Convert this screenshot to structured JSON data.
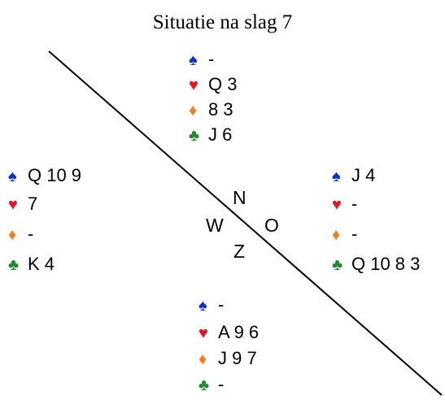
{
  "title": "Situatie na slag 7",
  "suit_colors": {
    "spades": "#0a2fd9",
    "hearts": "#e8141c",
    "diamonds": "#f07f1e",
    "clubs": "#1f8a2a"
  },
  "suit_icons": {
    "spades": "♠",
    "hearts": "♥",
    "diamonds": "♦",
    "clubs": "♣"
  },
  "hands": {
    "north": {
      "spades": "-",
      "hearts": "Q 3",
      "diamonds": "8 3",
      "clubs": "J 6"
    },
    "west": {
      "spades": "Q 10 9",
      "hearts": "7",
      "diamonds": "-",
      "clubs": "K 4"
    },
    "east": {
      "spades": "J 4",
      "hearts": "-",
      "diamonds": "-",
      "clubs": "Q 10 8 3"
    },
    "south": {
      "spades": "-",
      "hearts": "A 9 6",
      "diamonds": "J 9 7",
      "clubs": "-"
    }
  },
  "compass": {
    "n": "N",
    "w": "W",
    "o": "O",
    "z": "Z"
  }
}
